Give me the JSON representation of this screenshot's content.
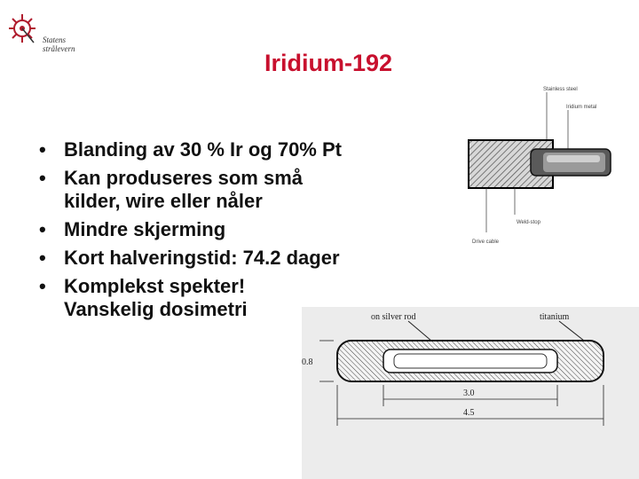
{
  "logo": {
    "line1": "Statens",
    "line2": "strålevern",
    "icon": "radiation-emblem-icon"
  },
  "title": "Iridium-192",
  "bullets": [
    {
      "line1": "Blanding av 30 % Ir og 70% Pt",
      "line2": ""
    },
    {
      "line1": "Kan produseres som små",
      "line2": "kilder, wire eller nåler"
    },
    {
      "line1": "Mindre skjerming",
      "line2": ""
    },
    {
      "line1": "Kort halveringstid: 74.2 dager",
      "line2": ""
    },
    {
      "line1": "Komplekst spekter!",
      "line2": "Vanskelig dosimetri"
    }
  ],
  "figure_top": {
    "label_steel": "Stainless steel",
    "label_iridium": "Iridium metal",
    "label_weld": "Weld-stop",
    "label_drive": "Drive cable"
  },
  "figure_bottom": {
    "label_rod": "on silver rod",
    "label_titanium": "titanium",
    "dim_diameter": "0.8",
    "dim_inner": "3.0",
    "dim_outer": "4.5"
  },
  "colors": {
    "title": "#c8102e",
    "text": "#111111"
  }
}
